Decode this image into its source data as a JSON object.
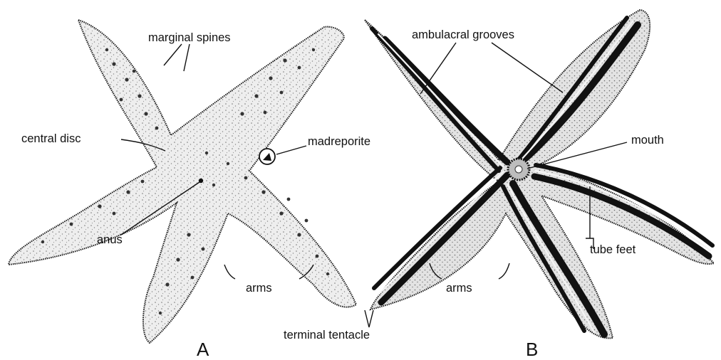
{
  "labels": {
    "marginal_spines": "marginal spines",
    "central_disc": "central disc",
    "madreporite": "madreporite",
    "anus": "anus",
    "arms_a": "arms",
    "terminal_tentacle": "terminal tentacle",
    "ambulacral_grooves": "ambulacral grooves",
    "mouth": "mouth",
    "tube_feet": "tube feet",
    "arms_b": "arms"
  },
  "panels": {
    "a": "A",
    "b": "B"
  }
}
